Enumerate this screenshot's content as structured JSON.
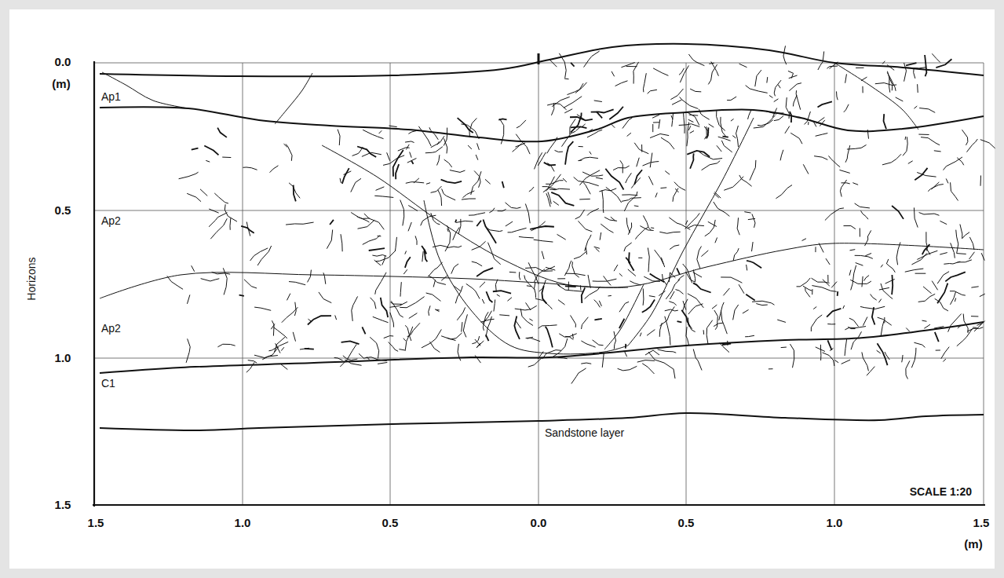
{
  "diagram": {
    "labels": [
      "0.0",
      "(m)",
      "0.5",
      "1.0",
      "1.5",
      "Ap1",
      "Ap2",
      "Ap2",
      "C1",
      "Horizons",
      "Sandstone layer",
      "SCALE 1:20",
      "1.5",
      "1.0",
      "0.5",
      "0.0",
      "0.5",
      "1.0",
      "1.5",
      "(m)"
    ]
  }
}
